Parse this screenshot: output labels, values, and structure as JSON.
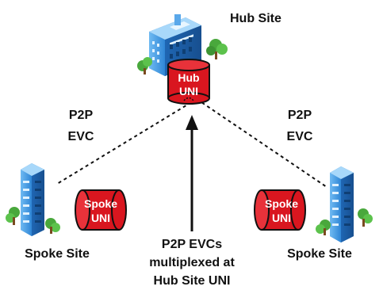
{
  "hub": {
    "site_label": "Hub Site",
    "uni_line1": "Hub",
    "uni_line2": "UNI"
  },
  "left": {
    "evc_line1": "P2P",
    "evc_line2": "EVC",
    "uni_line1": "Spoke",
    "uni_line2": "UNI",
    "site_label": "Spoke Site"
  },
  "right": {
    "evc_line1": "P2P",
    "evc_line2": "EVC",
    "uni_line1": "Spoke",
    "uni_line2": "UNI",
    "site_label": "Spoke Site"
  },
  "annotation": {
    "line1": "P2P EVCs",
    "line2": "multiplexed at",
    "line3": "Hub Site UNI"
  },
  "colors": {
    "uni_red": "#d9161f",
    "uni_dark": "#8e0d13",
    "building_blue": "#3a93e0",
    "tree_green": "#49a83c"
  }
}
